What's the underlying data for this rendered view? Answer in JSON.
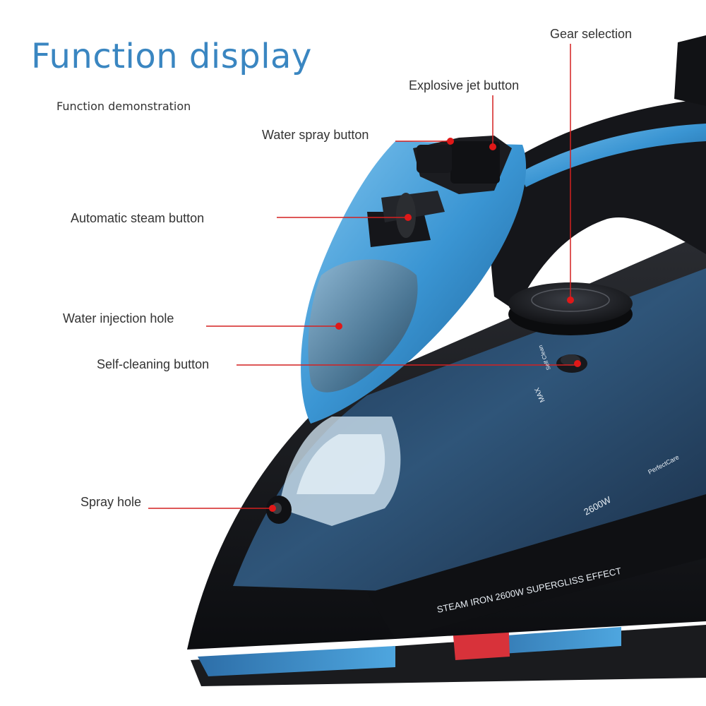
{
  "title": "Function display",
  "subtitle": "Function demonstration",
  "callouts": {
    "gear_selection": "Gear selection",
    "explosive_jet_button": "Explosive jet button",
    "water_spray_button": "Water spray button",
    "automatic_steam_button": "Automatic steam button",
    "water_injection_hole": "Water injection hole",
    "self_cleaning_button": "Self-cleaning button",
    "spray_hole": "Spray hole"
  },
  "product_markings": {
    "model_text": "STEAM IRON 2600W SUPERGLISS EFFECT",
    "wattage": "2600W",
    "series": "PerfectCare",
    "max_mark": "MAX",
    "self_clean_mark": "Self Clean"
  },
  "colors": {
    "title": "#3a86c1",
    "callout_line": "#d42020",
    "body_black": "#141518",
    "accent_blue": "#3d9bd8",
    "glitter_blue": "#2c4b6e"
  }
}
